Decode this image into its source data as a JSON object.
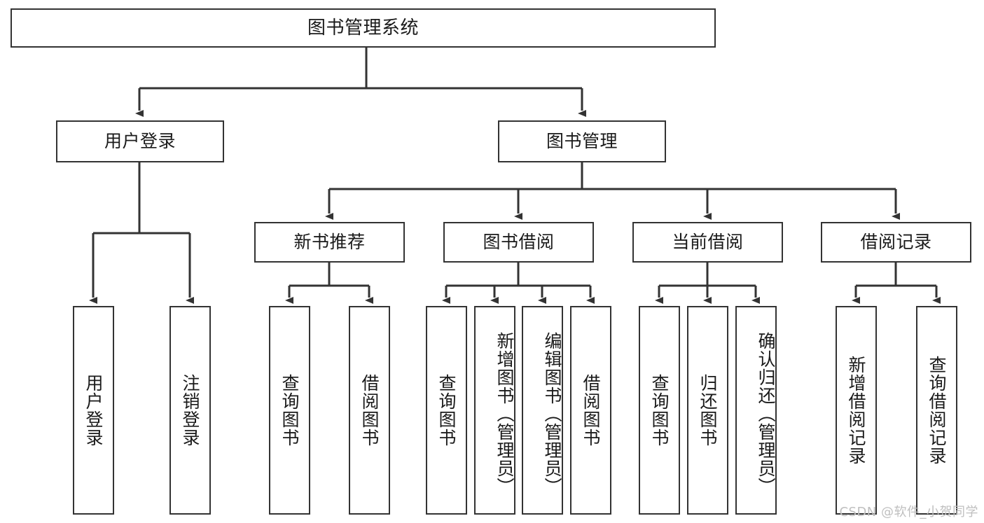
{
  "diagram": {
    "type": "tree-hierarchy-chart",
    "title": "图书管理系统",
    "watermark": "CSDN @软件_小贺同学",
    "colors": {
      "background": "#ffffff",
      "border": "#333333",
      "text": "#1a1a1a",
      "edge": "#333333",
      "watermark": "#bfbfbf"
    },
    "root": {
      "label": "图书管理系统"
    },
    "level2": [
      {
        "label": "用户登录"
      },
      {
        "label": "图书管理"
      }
    ],
    "level3": [
      {
        "label": "新书推荐"
      },
      {
        "label": "图书借阅"
      },
      {
        "label": "当前借阅"
      },
      {
        "label": "借阅记录"
      }
    ],
    "leaves": {
      "user_login": [
        {
          "label": "用户登录"
        },
        {
          "label": "注销登录"
        }
      ],
      "new_book": [
        {
          "label": "查询图书"
        },
        {
          "label": "借阅图书"
        }
      ],
      "book_borrow": [
        {
          "label": "查询图书"
        },
        {
          "label": "新增图书（管理员）"
        },
        {
          "label": "编辑图书（管理员）"
        },
        {
          "label": "借阅图书"
        }
      ],
      "current_borrow": [
        {
          "label": "查询图书"
        },
        {
          "label": "归还图书"
        },
        {
          "label": "确认归还（管理员）"
        }
      ],
      "borrow_record": [
        {
          "label": "新增借阅记录"
        },
        {
          "label": "查询借阅记录"
        }
      ]
    }
  }
}
